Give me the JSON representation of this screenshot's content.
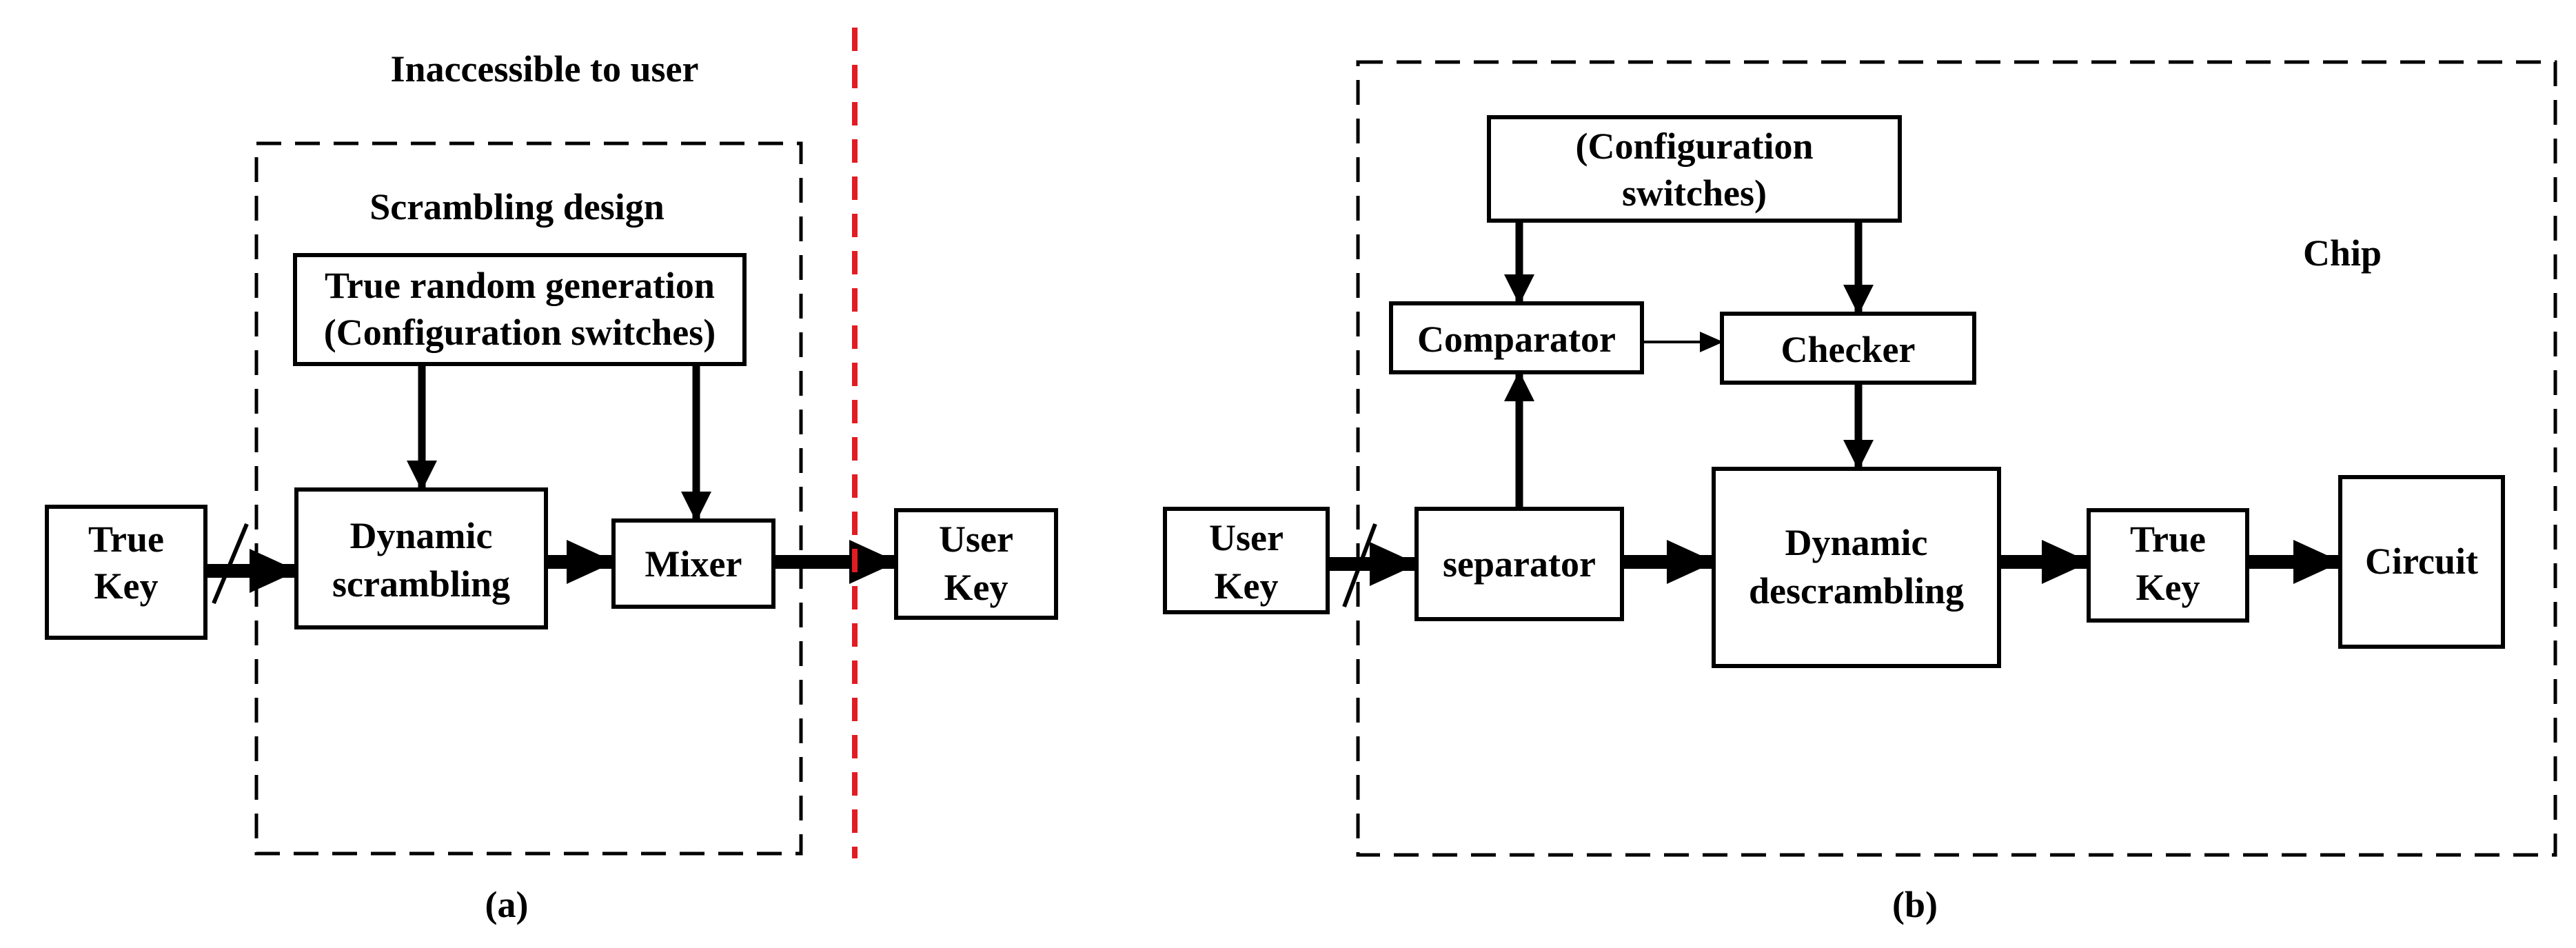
{
  "colors": {
    "line": "#000000",
    "divider": "#e31b23",
    "background": "#ffffff"
  },
  "panel_a": {
    "caption": "(a)",
    "inaccessible_label": "Inaccessible to user",
    "region_label": "Scrambling design",
    "true_random": [
      "True random generation",
      "(Configuration switches)"
    ],
    "true_key": [
      "True",
      "Key"
    ],
    "dynamic_scrambling": [
      "Dynamic",
      "scrambling"
    ],
    "mixer": "Mixer",
    "user_key": [
      "User",
      "Key"
    ]
  },
  "panel_b": {
    "caption": "(b)",
    "chip_label": "Chip",
    "config_switches": [
      "(Configuration",
      "switches)"
    ],
    "comparator": "Comparator",
    "checker": "Checker",
    "user_key": [
      "User",
      "Key"
    ],
    "separator": "separator",
    "dynamic_descrambling": [
      "Dynamic",
      "descrambling"
    ],
    "true_key": [
      "True",
      "Key"
    ],
    "circuit": "Circuit"
  }
}
